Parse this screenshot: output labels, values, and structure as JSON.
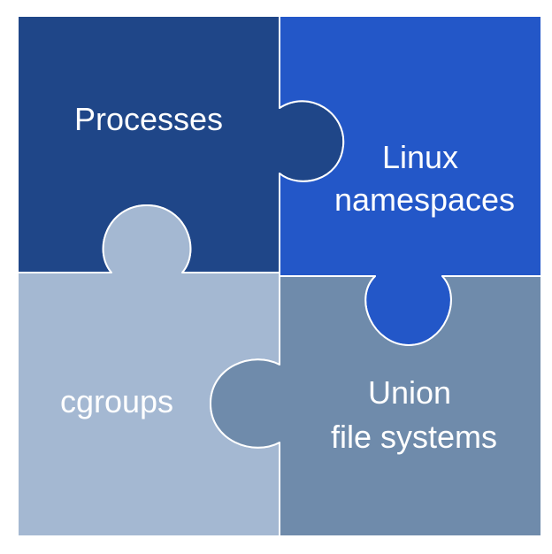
{
  "pieces": {
    "top_left": {
      "label_lines": [
        "Processes"
      ],
      "color": "#1f4688"
    },
    "top_right": {
      "label_lines": [
        "Linux",
        "namespaces"
      ],
      "color": "#2357c8"
    },
    "bottom_left": {
      "label_lines": [
        "cgroups"
      ],
      "color": "#a4b8d2"
    },
    "bottom_right": {
      "label_lines": [
        "Union",
        "file systems"
      ],
      "color": "#6f8bab"
    }
  },
  "colors": {
    "background": "#ffffff",
    "piece_outline": "#ffffff",
    "label_text": "#ffffff"
  }
}
